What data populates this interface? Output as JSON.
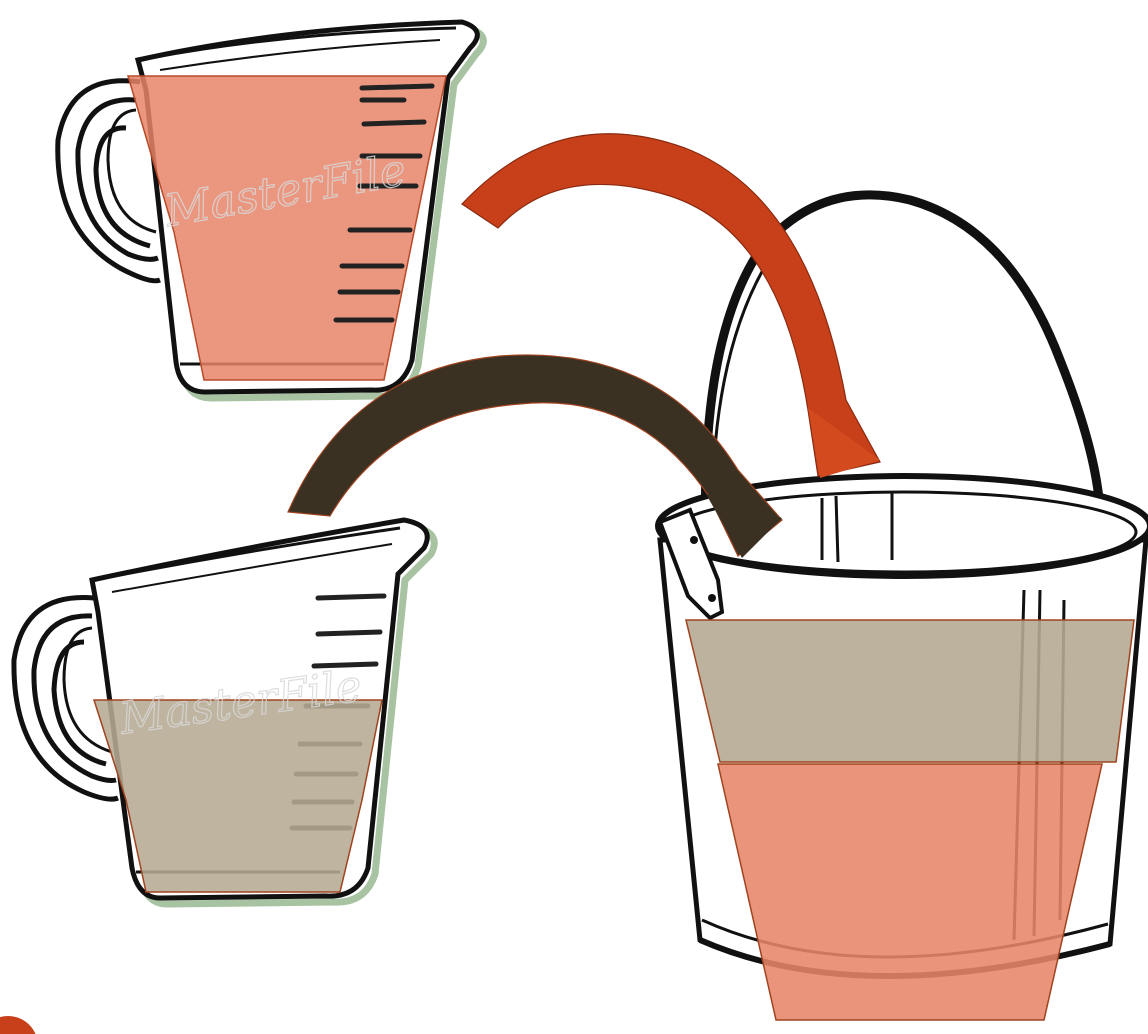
{
  "watermark": "MasterFile",
  "colors": {
    "orange_fill": "#e8856a",
    "orange_arrow": "#c8401a",
    "taupe_fill": "#b5aa92",
    "dark_arrow": "#3a3123",
    "outline": "#111111",
    "shadow": "#a8c3a2"
  },
  "diagram": {
    "cups": [
      {
        "name": "measuring-cup-top",
        "fill": "orange",
        "fill_level": 1.0
      },
      {
        "name": "measuring-cup-bottom",
        "fill": "taupe",
        "fill_level": 0.5
      }
    ],
    "bucket": {
      "name": "bucket",
      "layers": [
        {
          "fill": "taupe",
          "from": "measuring-cup-bottom"
        },
        {
          "fill": "orange",
          "from": "measuring-cup-top"
        }
      ]
    },
    "arrows": [
      {
        "from": "measuring-cup-top",
        "to": "bucket",
        "color": "orange_arrow"
      },
      {
        "from": "measuring-cup-bottom",
        "to": "bucket",
        "color": "dark_arrow"
      }
    ]
  }
}
